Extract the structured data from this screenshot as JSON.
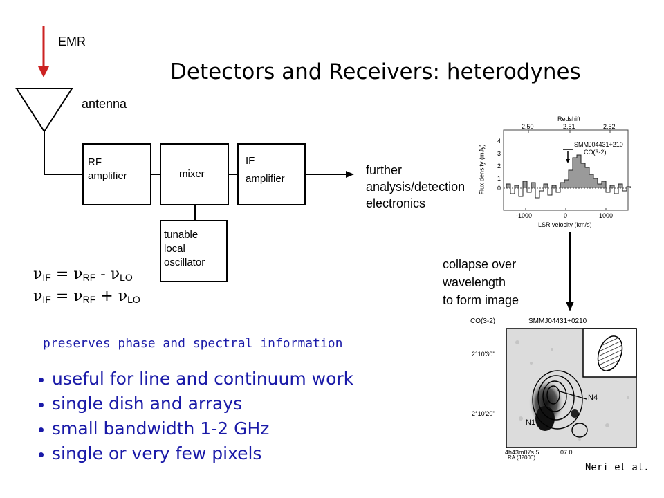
{
  "title": "Detectors and Receivers: heterodynes",
  "labels": {
    "emr": "EMR",
    "antenna": "antenna",
    "further_lines": [
      "further",
      "analysis/detection",
      "electronics"
    ],
    "collapse_lines": [
      "collapse over",
      "wavelength",
      "to form image"
    ]
  },
  "blocks": {
    "rf": [
      "RF",
      "amplifier"
    ],
    "mixer": [
      "mixer"
    ],
    "if": [
      "IF",
      "amplifier"
    ],
    "lo": [
      "tunable",
      "local",
      "oscillator"
    ]
  },
  "equations": [
    {
      "lhs": "ν",
      "lhs_sub": "IF",
      "eq": " = ",
      "a": "ν",
      "a_sub": "RF",
      "op": " - ",
      "b": "ν",
      "b_sub": "LO"
    },
    {
      "lhs": "ν",
      "lhs_sub": "IF",
      "eq": " = ",
      "a": "ν",
      "a_sub": "RF",
      "op": " + ",
      "b": "ν",
      "b_sub": "LO"
    }
  ],
  "preserves": "preserves phase and spectral information",
  "bullets": [
    "useful for line and continuum work",
    "single dish and arrays",
    "small bandwidth 1-2 GHz",
    "single or very few pixels"
  ],
  "credit": "Neri et al.",
  "spectrum": {
    "top_axis_title": "Redshift",
    "top_ticks": [
      "2.50",
      "2.51",
      "2.52"
    ],
    "source_name": "SMMJ04431+210",
    "line_name": "CO(3-2)",
    "ylabel": "Flux density (mJy)",
    "y_ticks": [
      "0",
      "1",
      "2",
      "3",
      "4"
    ],
    "xlabel": "LSR velocity (km/s)",
    "x_ticks": [
      "-1000",
      "0",
      "1000"
    ]
  },
  "map": {
    "line_name": "CO(3-2)",
    "source_name": "SMMJ04431+0210",
    "dec_ticks": [
      "2°10'30''",
      "2°10'20''"
    ],
    "ra_ticks": [
      "4h43m07s.5",
      "07.0"
    ],
    "ra_label": "RA (J2000)",
    "labels": [
      "N4",
      "N1"
    ]
  },
  "colors": {
    "arrow": "#cc2222",
    "blue_text": "#1a1aa8",
    "spectrum_bars": "#9a9a9a"
  }
}
